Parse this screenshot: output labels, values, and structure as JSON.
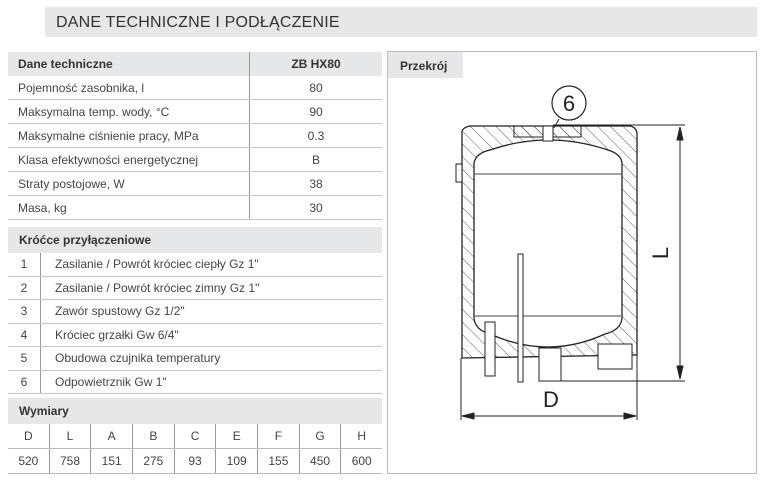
{
  "title": "DANE TECHNICZNE I PODŁĄCZENIE",
  "tech": {
    "header": [
      "Dane techniczne",
      "ZB HX80"
    ],
    "rows": [
      [
        "Pojemność zasobnika, l",
        "80"
      ],
      [
        "Maksymalna temp. wody, °C",
        "90"
      ],
      [
        "Maksymalne ciśnienie pracy, MPa",
        "0.3"
      ],
      [
        "Klasa efektywności energetycznej",
        "B"
      ],
      [
        "Straty postojowe, W",
        "38"
      ],
      [
        "Masa, kg",
        "30"
      ]
    ]
  },
  "connections": {
    "header": "Króćce przyłączeniowe",
    "rows": [
      [
        "1",
        "Zasilanie / Powrót króciec ciepły Gz 1\""
      ],
      [
        "2",
        "Zasilanie / Powrót króciec zimny Gz 1\""
      ],
      [
        "3",
        "Zawór spustowy Gz 1/2\""
      ],
      [
        "4",
        "Króciec grzałki Gw 6/4\""
      ],
      [
        "5",
        "Obudowa czujnika temperatury"
      ],
      [
        "6",
        "Odpowietrznik Gw 1\""
      ]
    ]
  },
  "dimensions": {
    "header": "Wymiary",
    "labels": [
      "D",
      "L",
      "A",
      "B",
      "C",
      "E",
      "F",
      "G",
      "H"
    ],
    "values": [
      "520",
      "758",
      "151",
      "275",
      "93",
      "109",
      "155",
      "450",
      "600"
    ]
  },
  "section": {
    "tab": "Przekrój",
    "callout": "6",
    "dim_l": "L",
    "dim_d": "D"
  }
}
